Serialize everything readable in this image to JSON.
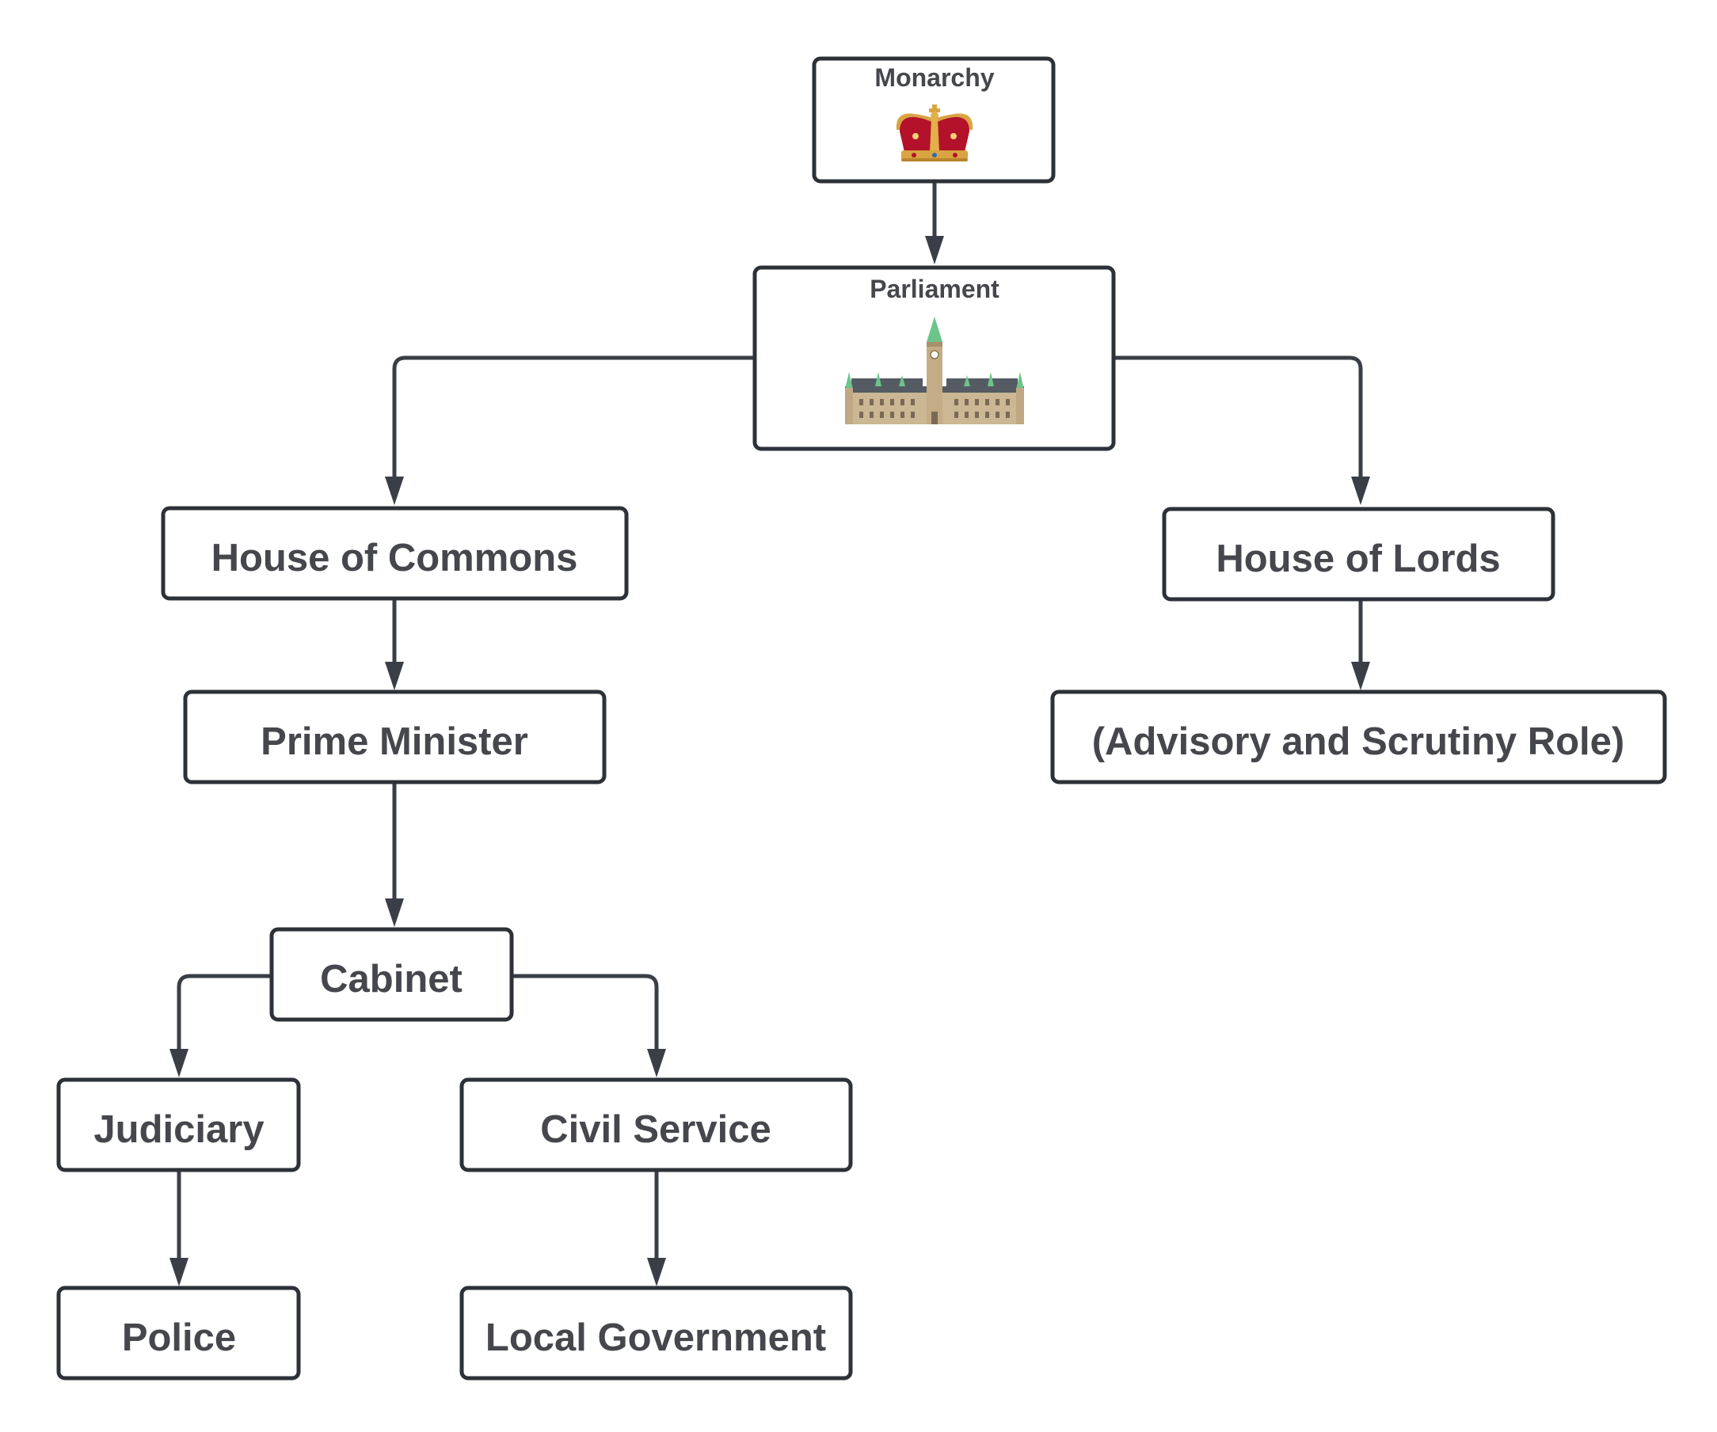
{
  "nodes": {
    "monarchy": {
      "label": "Monarchy",
      "icon": "crown-icon"
    },
    "parliament": {
      "label": "Parliament",
      "icon": "parliament-building-icon"
    },
    "commons": {
      "label": "House of Commons"
    },
    "lords": {
      "label": "House of Lords"
    },
    "advisory": {
      "label": "(Advisory and Scrutiny Role)"
    },
    "pm": {
      "label": "Prime Minister"
    },
    "cabinet": {
      "label": "Cabinet"
    },
    "judiciary": {
      "label": "Judiciary"
    },
    "civil_service": {
      "label": "Civil Service"
    },
    "police": {
      "label": "Police"
    },
    "local_gov": {
      "label": "Local Government"
    }
  },
  "edges": [
    {
      "from": "monarchy",
      "to": "parliament"
    },
    {
      "from": "parliament",
      "to": "commons"
    },
    {
      "from": "parliament",
      "to": "lords"
    },
    {
      "from": "commons",
      "to": "pm"
    },
    {
      "from": "lords",
      "to": "advisory"
    },
    {
      "from": "pm",
      "to": "cabinet"
    },
    {
      "from": "cabinet",
      "to": "judiciary"
    },
    {
      "from": "cabinet",
      "to": "civil_service"
    },
    {
      "from": "judiciary",
      "to": "police"
    },
    {
      "from": "civil_service",
      "to": "local_gov"
    }
  ],
  "colors": {
    "box_border": "#2d3138",
    "connector": "#3a3f47",
    "text": "#45474d",
    "crown_red": "#b3122a",
    "crown_gold": "#d9a441",
    "roof_green": "#6cc48a",
    "stone": "#cbb794"
  }
}
